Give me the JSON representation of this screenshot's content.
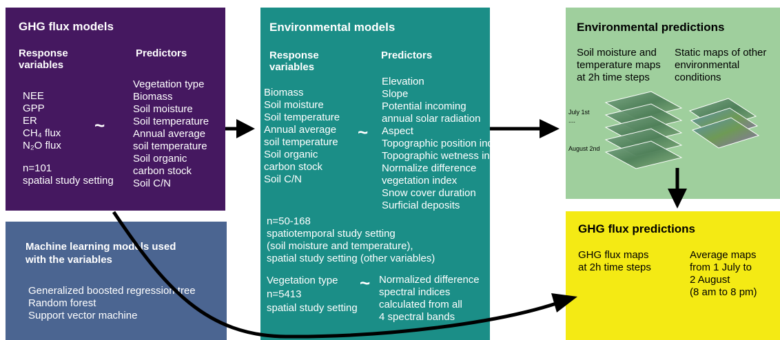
{
  "ghg_models": {
    "title": "GHG flux models",
    "response_header": "Response\nvariables",
    "predictors_header": "Predictors",
    "responses": "NEE\nGPP\nER\nCH₄ flux\nN₂O flux",
    "predictors": "Vegetation type\nBiomass\nSoil moisture\nSoil temperature\nAnnual average\nsoil temperature\nSoil organic\ncarbon stock\nSoil C/N",
    "tilde": "~",
    "setting": "n=101\nspatial study setting"
  },
  "ml_models": {
    "title": "Machine learning models used\nwith the variables",
    "items": "Generalized boosted regression tree\nRandom forest\nSupport vector machine"
  },
  "env_models": {
    "title": "Environmental models",
    "response_header": "Response\nvariables",
    "predictors_header": "Predictors",
    "responses": "Biomass\nSoil moisture\nSoil temperature\nAnnual average\nsoil temperature\nSoil organic\ncarbon stock\nSoil C/N",
    "predictors": "Elevation\nSlope\nPotential incoming\nannual solar radiation\nAspect\nTopographic position index\nTopographic wetness index\nNormalize difference\nvegetation index\nSnow cover duration\nSurficial deposits",
    "tilde": "~",
    "setting": "n=50-168\nspatiotemporal study setting\n(soil moisture and temperature),\nspatial study setting (other variables)",
    "veg_response": "Vegetation type\nn=5413\nspatial study setting",
    "veg_predictors": "Normalized difference\nspectral indices\ncalculated from all\n4 spectral bands",
    "veg_tilde": "~"
  },
  "env_predictions": {
    "title": "Environmental predictions",
    "dynamic_label": "Soil moisture and\ntemperature maps\nat 2h time steps",
    "static_label": "Static maps of other\nenvironmental\nconditions",
    "date_start": "July 1st",
    "date_dots": "....",
    "date_end": "August 2nd"
  },
  "ghg_predictions": {
    "title": "GHG flux predictions",
    "left_label": "GHG flux maps\nat 2h time steps",
    "right_label": "Average maps\nfrom 1 July to\n2 August\n(8 am to 8 pm)"
  },
  "colors": {
    "ghg_models": "#451860",
    "ml_models": "#4b6591",
    "env_models": "#1b8e87",
    "env_predictions": "#9fcf9d",
    "ghg_predictions": "#f4ea14"
  }
}
